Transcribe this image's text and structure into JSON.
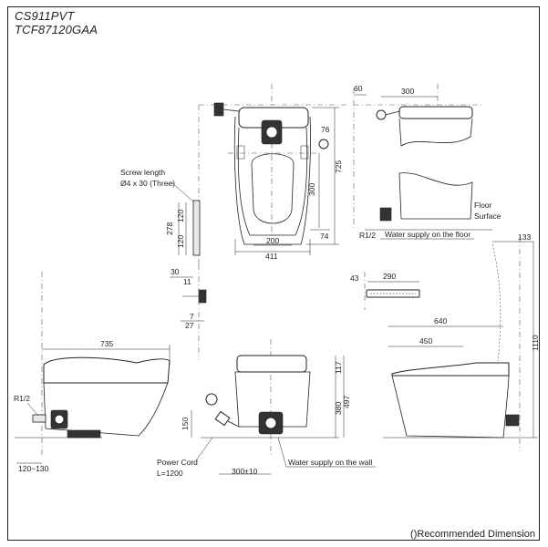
{
  "models": [
    "CS911PVT",
    "TCF87120GAA"
  ],
  "footer_note": "()Recommended Dimension",
  "labels": {
    "screw_length": "Screw length",
    "screw_spec": "Ø4 x 30 (Three)",
    "floor": "Floor",
    "surface": "Surface",
    "r12_top": "R1/2",
    "r12_left": "R1/2",
    "supply_floor": "Water supply on the floor",
    "supply_wall": "Water supply on the wall",
    "power_cord": "Power Cord",
    "cord_length": "L=1200"
  },
  "dims": {
    "top_60": "60",
    "top_300": "300",
    "top_76": "76",
    "top_725": "725",
    "top_300v": "300",
    "top_74": "74",
    "top_200": "200",
    "top_411": "411",
    "left_278": "278",
    "left_120a": "120",
    "left_120b": "120",
    "mid_30": "30",
    "mid_11": "11",
    "mid_7": "7",
    "mid_27": "27",
    "remote_43": "43",
    "remote_290": "290",
    "side_735": "735",
    "side_120_130": "120~130",
    "front_117": "117",
    "front_380": "380",
    "front_497": "497",
    "front_150": "150",
    "front_300pm10": "300±10",
    "right_133": "133",
    "right_640": "640",
    "right_450": "450",
    "right_1110": "1110"
  }
}
